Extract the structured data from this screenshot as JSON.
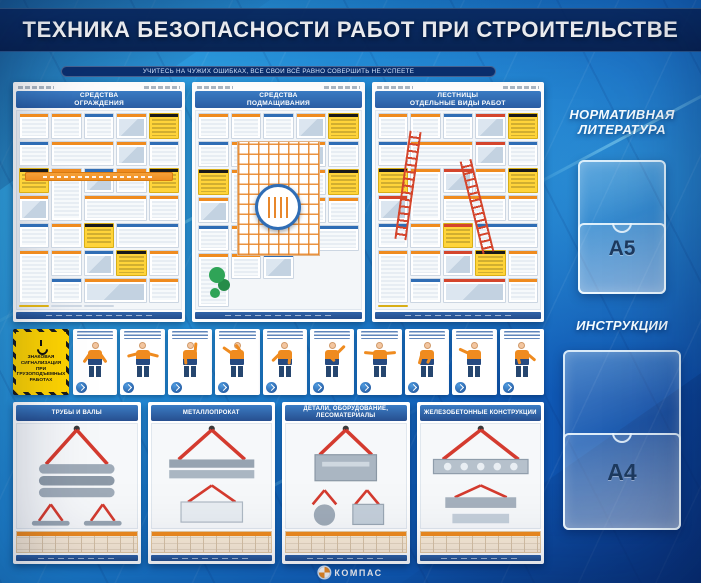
{
  "board": {
    "title": "ТЕХНИКА БЕЗОПАСНОСТИ РАБОТ ПРИ СТРОИТЕЛЬСТВЕ",
    "motto": "УЧИТЕСЬ НА ЧУЖИХ ОШИБКАХ, ВСЕ СВОИ ВСЁ РАВНО СОВЕРШИТЬ НЕ УСПЕЕТЕ",
    "brand": "КОМПАС",
    "colors": {
      "background_blue": "#1b7fd2",
      "band_navy": "#0a2b64",
      "poster_header_blue": "#2f6db5",
      "accent_orange": "#ef8b1f",
      "warning_yellow": "#ffd400",
      "sling_red": "#d43b2f"
    }
  },
  "top_posters": [
    {
      "title_line1": "СРЕДСТВА",
      "title_line2": "ОГРАЖДЕНИЯ"
    },
    {
      "title_line1": "СРЕДСТВА",
      "title_line2": "ПОДМАЩИВАНИЯ"
    },
    {
      "title_line1": "ЛЕСТНИЦЫ",
      "title_line2": "ОТДЕЛЬНЫЕ ВИДЫ РАБОТ"
    }
  ],
  "signal_strip": {
    "warning_sign_text": "ЗНАКОВАЯ СИГНАЛИЗАЦИЯ ПРИ ГРУЗОПОДЪЕМНЫХ РАБОТАХ",
    "card_count": 10
  },
  "bottom_posters": [
    {
      "title": "ТРУБЫ И ВАЛЫ"
    },
    {
      "title": "МЕТАЛЛОПРОКАТ"
    },
    {
      "title": "ДЕТАЛИ, ОБОРУДОВАНИЕ, ЛЕСОМАТЕРИАЛЫ"
    },
    {
      "title": "ЖЕЛЕЗОБЕТОННЫЕ КОНСТРУКЦИИ"
    }
  ],
  "pockets": {
    "literature_title": "НОРМАТИВНАЯ ЛИТЕРАТУРА",
    "a5_label": "А5",
    "instructions_title": "ИНСТРУКЦИИ",
    "a4_label": "А4"
  }
}
